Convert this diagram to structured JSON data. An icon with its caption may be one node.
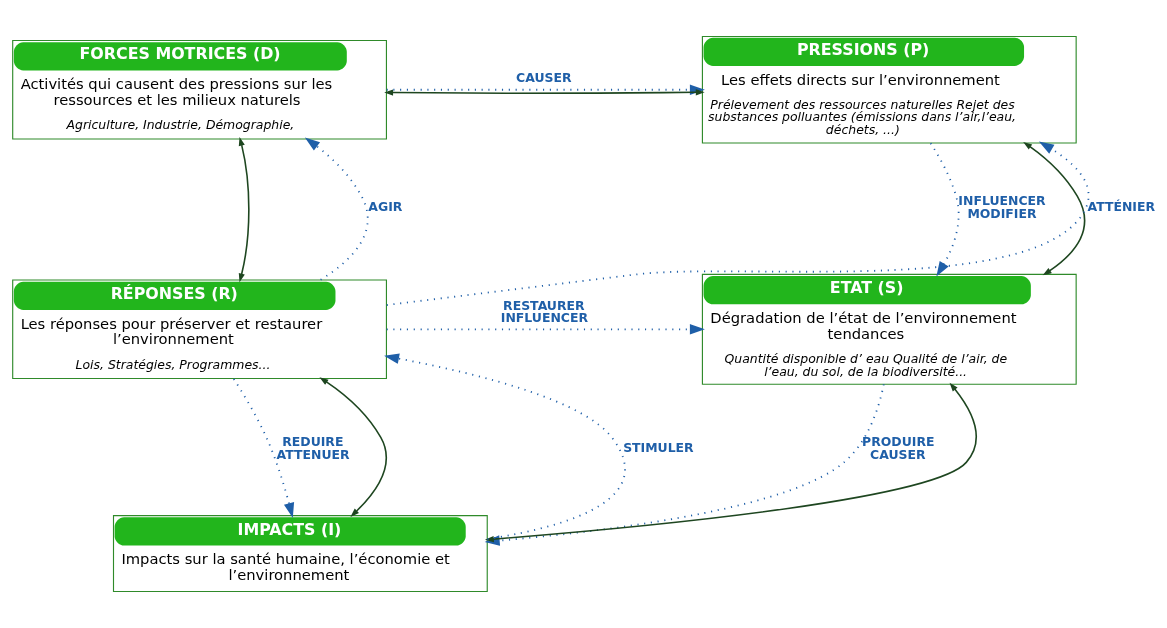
{
  "diagram": {
    "nodes": [
      {
        "text": [
          "FORCES MOTRICES (D)",
          "Activités qui causent des pressions sur les ressources et les milieux naturels",
          "Agriculture, Industrie, Démographie,"
        ]
      },
      {
        "text": [
          "PRESSIONS (P)",
          "Les effets directs sur l’environnement",
          "Prélevement des ressources naturelles Rejet des substances polluantes (émissions dans l’air,l’eau, déchets, ...)"
        ]
      },
      {
        "text": [
          "RÉPONSES (R)",
          "Les réponses pour préserver et restaurer l’environnement",
          "Lois, Stratégies, Programmes..."
        ]
      },
      {
        "text": [
          "ETAT (S)",
          "Dégradation de l’état de l’environnement tendances",
          "Quantité disponible d’ eau Qualité de l’air, de l’eau, du sol, de la biodiversité..."
        ]
      },
      {
        "text": [
          "IMPACTS (I)",
          "Impacts sur la santé humaine, l’économie et l’environnement"
        ]
      }
    ],
    "edges": [
      {
        "from": 0,
        "to": 1,
        "arrow": "to",
        "label": "CAUSER",
        "style": "dashed"
      },
      {
        "from": 1,
        "to": 0,
        "arrow": "both",
        "color": "#1e4620"
      },
      {
        "from": 2,
        "to": 0,
        "arrow": "to",
        "label": "AGIR",
        "style": "dashed"
      },
      {
        "from": 0,
        "to": 2,
        "arrow": "both",
        "color": "#1e4620"
      },
      {
        "from": 2,
        "to": 1,
        "arrow": "to",
        "label": "ATTÉNIER",
        "style": "dashed"
      },
      {
        "from": 1,
        "to": 3,
        "arrow": "to",
        "label": "INFLUENCER MODIFIER",
        "style": "dashed"
      },
      {
        "from": 1,
        "to": 3,
        "arrow": "both",
        "color": "#1e4620"
      },
      {
        "from": 2,
        "to": 3,
        "arrow": "to",
        "label": "RESTAURER INFLUENCER",
        "style": "dashed"
      },
      {
        "from": 2,
        "to": 4,
        "arrow": "to",
        "label": "REDUIRE ATTENUER",
        "style": "dashed"
      },
      {
        "from": 4,
        "to": 2,
        "arrow": "to",
        "label": "STIMULER",
        "style": "dashed"
      },
      {
        "from": 2,
        "to": 4,
        "arrow": "both",
        "color": "#1e4620"
      },
      {
        "from": 3,
        "to": 4,
        "arrow": "to",
        "label": "PRODUIRE CAUSER",
        "style": "dashed"
      },
      {
        "from": 3,
        "to": 4,
        "arrow": "both",
        "color": "#1e4620"
      }
    ]
  }
}
